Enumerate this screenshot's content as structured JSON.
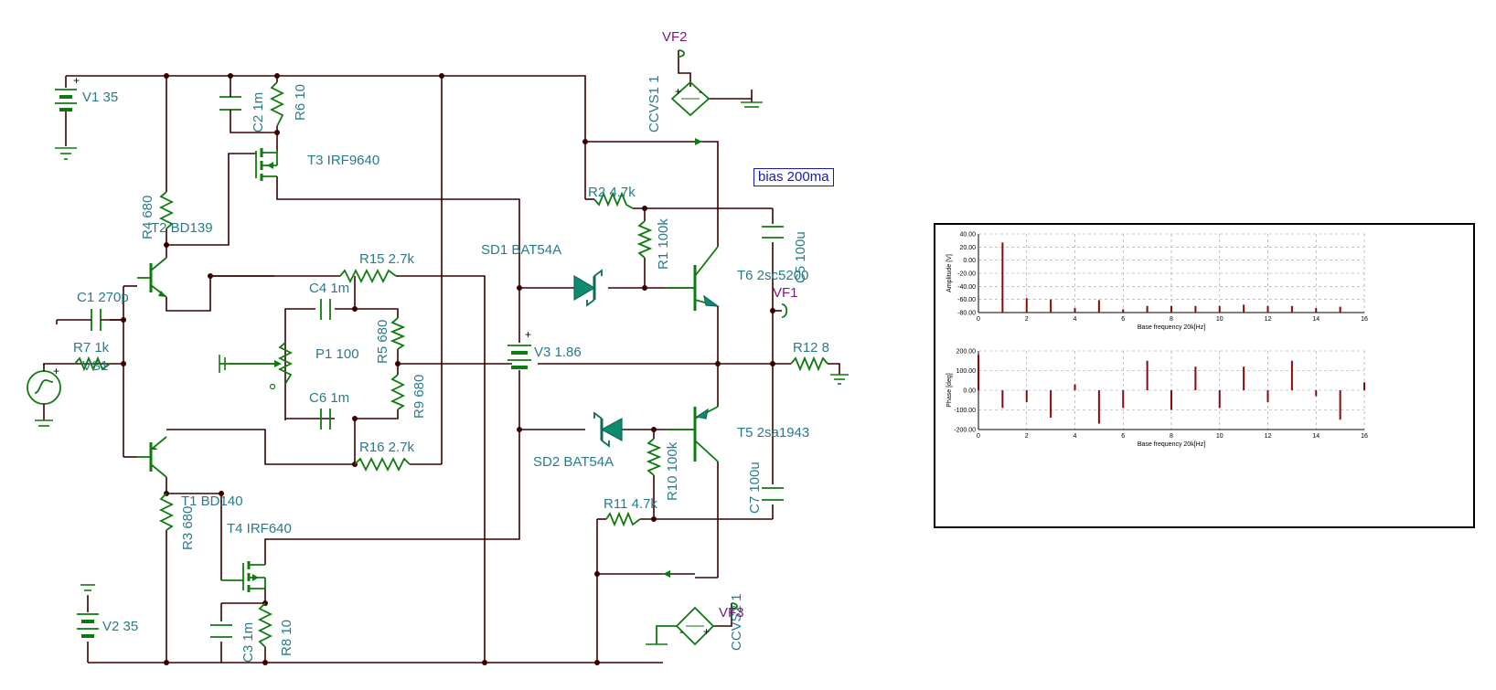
{
  "schematic": {
    "labels": {
      "v1": "V1 35",
      "v2": "V2 35",
      "v3": "V3 1.86",
      "c1": "C1 270p",
      "c2": "C2 1m",
      "c3": "C3 1m",
      "c4": "C4 1m",
      "c5": "C5 100u",
      "c6": "C6 1m",
      "c7": "C7 100u",
      "r1": "R1 100k",
      "r2": "R2 4.7k",
      "r3": "R3 680",
      "r4": "R4 680",
      "r5": "R5 680",
      "r6": "R6 10",
      "r7": "R7 1k",
      "r8": "R8 10",
      "r9": "R9 680",
      "r10": "R10 100k",
      "r11": "R11 4.7k",
      "r12": "R12 8",
      "r15": "R15 2.7k",
      "r16": "R16 2.7k",
      "p1": "P1 100",
      "t1": "T1 BD140",
      "t2": "T2 BD139",
      "t3": "T3 IRF9640",
      "t4": "T4 IRF640",
      "t5": "T5 2sa1943",
      "t6": "T6 2sc5200",
      "sd1": "SD1 BAT54A",
      "sd2": "SD2 BAT54A",
      "ccvs1": "CCVS1 1",
      "ccvs2": "CCVS2 1",
      "vf1": "VF1",
      "vf2": "VF2",
      "vf3": "VF3",
      "vs1": "VS1",
      "plus": "+"
    },
    "note": "bias 200ma"
  },
  "colors": {
    "wire": "#3a0000",
    "component": "#0f7a0f",
    "label": "#2a7a8a",
    "probe": "#7a1a7a",
    "bar": "#8a0a0a"
  },
  "chart_data": [
    {
      "type": "bar",
      "xlabel": "Base frequency 20k[Hz]",
      "ylabel": "Amplitude [V]",
      "xlim": [
        0,
        16
      ],
      "ylim": [
        -80,
        40
      ],
      "xticks": [
        "0",
        "2",
        "4",
        "6",
        "8",
        "10",
        "12",
        "14",
        "16"
      ],
      "yticks": [
        "40.00",
        "20.00",
        "0.00",
        "-20.00",
        "-40.00",
        "-60.00",
        "-80.00"
      ],
      "harmonics": [
        1,
        2,
        3,
        4,
        5,
        6,
        7,
        8,
        9,
        10,
        11,
        12,
        13,
        14,
        15
      ],
      "values": [
        27,
        -58,
        -60,
        -73,
        -61,
        -75,
        -70,
        -70,
        -70,
        -70,
        -68,
        -70,
        -70,
        -73,
        -71
      ]
    },
    {
      "type": "bar",
      "xlabel": "Base frequency 20k[Hz]",
      "ylabel": "Phase [deg]",
      "xlim": [
        0,
        16
      ],
      "ylim": [
        -200,
        200
      ],
      "xticks": [
        "0",
        "2",
        "4",
        "6",
        "8",
        "10",
        "12",
        "14",
        "16"
      ],
      "yticks": [
        "200.00",
        "100.00",
        "0.00",
        "-100.00",
        "-200.00"
      ],
      "harmonics": [
        0,
        1,
        2,
        3,
        4,
        5,
        6,
        7,
        8,
        9,
        10,
        11,
        12,
        13,
        14,
        15,
        16
      ],
      "values": [
        180,
        -90,
        -60,
        -140,
        30,
        -170,
        -90,
        150,
        -100,
        120,
        -90,
        120,
        -60,
        150,
        -30,
        -150,
        40
      ]
    }
  ]
}
